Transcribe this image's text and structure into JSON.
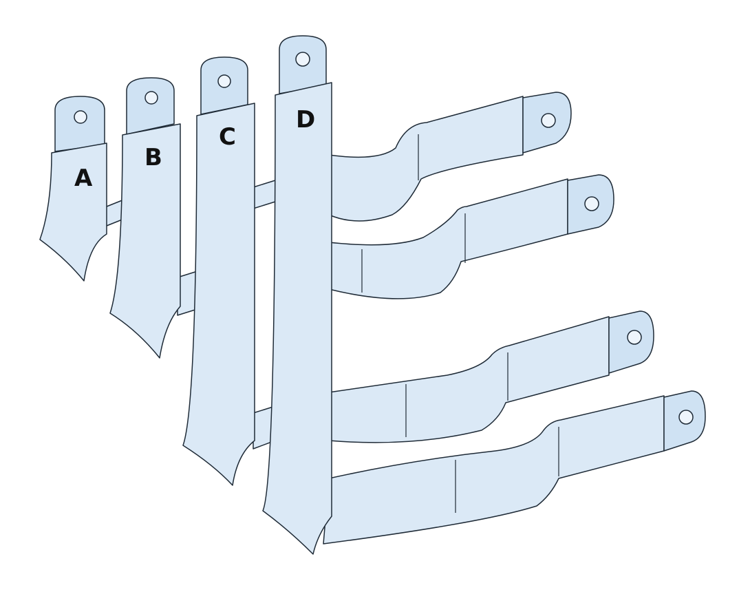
{
  "diagram": {
    "bar_labels": [
      "A",
      "B",
      "C",
      "D"
    ],
    "colors": {
      "fill": "#dbe9f6",
      "face": "#cfe2f3",
      "outline": "#1e2a36",
      "hole": "#eef5fc",
      "background": "#ffffff"
    }
  }
}
